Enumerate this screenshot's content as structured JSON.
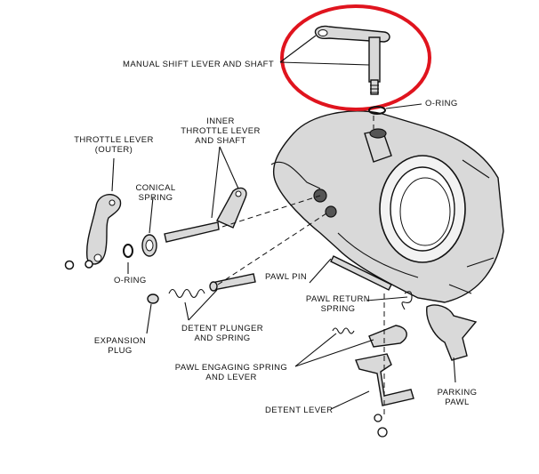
{
  "labels": {
    "manual_shift_lever": "MANUAL SHIFT LEVER AND SHAFT",
    "o_ring_top": "O-RING",
    "inner_throttle_1": "INNER",
    "inner_throttle_2": "THROTTLE LEVER",
    "inner_throttle_3": "AND SHAFT",
    "throttle_outer_1": "THROTTLE LEVER",
    "throttle_outer_2": "(OUTER)",
    "conical_1": "CONICAL",
    "conical_2": "SPRING",
    "o_ring_left": "O-RING",
    "pawl_pin": "PAWL PIN",
    "pawl_return_1": "PAWL RETURN",
    "pawl_return_2": "SPRING",
    "detent_plunger_1": "DETENT PLUNGER",
    "detent_plunger_2": "AND SPRING",
    "expansion_1": "EXPANSION",
    "expansion_2": "PLUG",
    "pawl_engaging_1": "PAWL ENGAGING SPRING",
    "pawl_engaging_2": "AND LEVER",
    "parking_pawl_1": "PARKING",
    "parking_pawl_2": "PAWL",
    "detent_lever": "DETENT LEVER"
  },
  "colors": {
    "highlight": "#e0141e",
    "ink": "#111111",
    "part_fill": "#d9d9d9"
  }
}
